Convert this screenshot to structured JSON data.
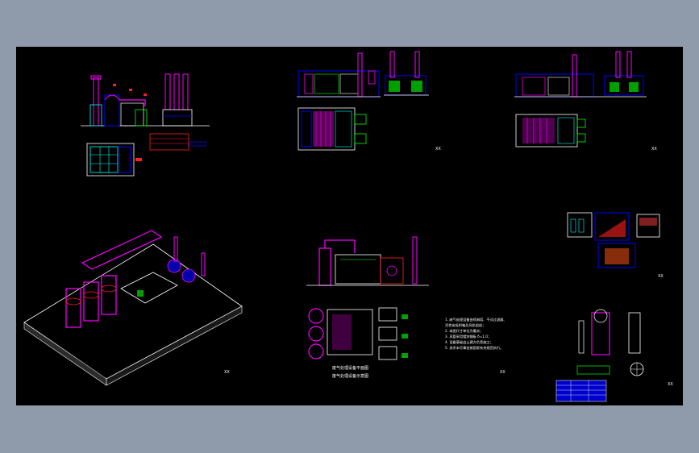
{
  "window": {
    "title": "",
    "background": "#8f9aaa",
    "drawing_bg": "#000000"
  },
  "colors": {
    "magenta": "#ff00ff",
    "cyan": "#00ffff",
    "blue": "#0000ff",
    "red": "#ff2020",
    "green": "#00ff00",
    "white": "#ffffff",
    "yellow": "#ffff00"
  },
  "sheets": [
    {
      "id": "sheet-1",
      "caption": "XX"
    },
    {
      "id": "sheet-2",
      "caption": "XX"
    },
    {
      "id": "sheet-3",
      "caption": "XX"
    },
    {
      "id": "sheet-4",
      "caption": "XX"
    },
    {
      "id": "sheet-5",
      "caption": "XX"
    },
    {
      "id": "sheet-6",
      "caption": "XX"
    },
    {
      "id": "sheet-7",
      "caption": "XX"
    }
  ],
  "plan_caption_line1": "废气处理设备平面图",
  "plan_caption_line2": "废气处理设备示意图",
  "notes": [
    "1. 废气处理设备由喷淋塔、干式过滤器、",
    "   活性炭吸附箱及风机组成；",
    "2. 本图尺寸单位为毫米；",
    "3. 风管采用镀锌钢板 δ=1.0；",
    "4. 设备基础由土建方负责施工；",
    "5. 其余未尽事宜按国家有关规范执行。"
  ],
  "icons": {
    "stack": "exhaust-stack-icon",
    "fan": "fan-icon",
    "tower": "spray-tower-icon"
  }
}
